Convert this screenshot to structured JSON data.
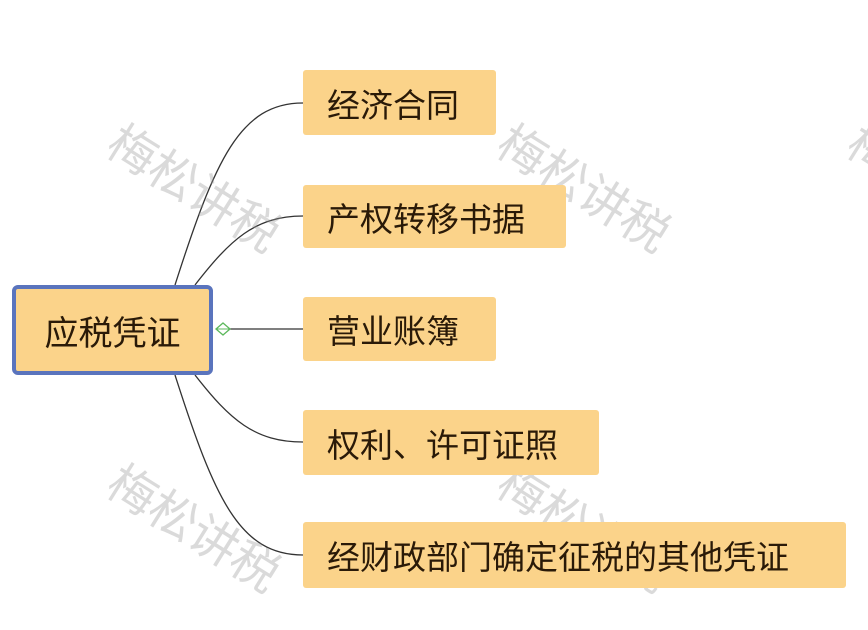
{
  "root": {
    "label": "应税凭证"
  },
  "children": [
    {
      "label": "经济合同"
    },
    {
      "label": "产权转移书据"
    },
    {
      "label": "营业账簿"
    },
    {
      "label": "权利、许可证照"
    },
    {
      "label": "经财政部门确定征税的其他凭证"
    }
  ],
  "watermark": "梅松讲税",
  "colors": {
    "node": "#fbd38a",
    "root_border": "#5a74bd",
    "line": "#333333",
    "collapse": "#5cb85c"
  }
}
